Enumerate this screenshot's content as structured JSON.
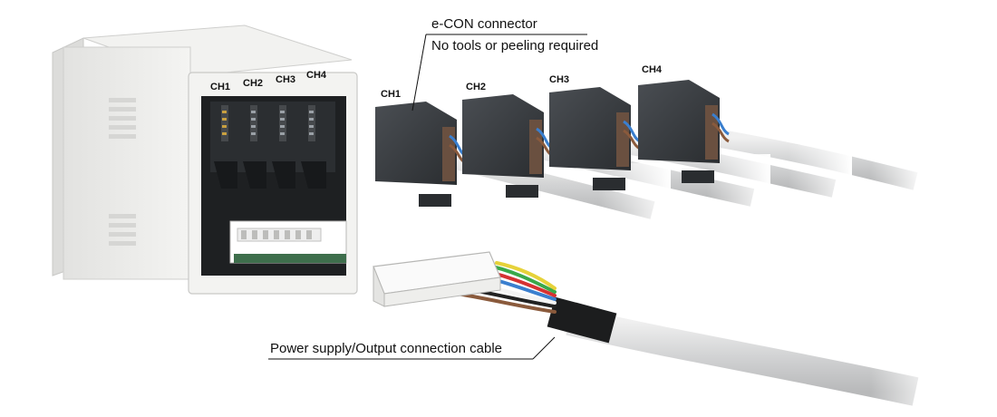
{
  "callouts": {
    "econ_title": "e-CON connector",
    "econ_desc": "No tools or peeling required",
    "power_cable": "Power supply/Output connection cable"
  },
  "unit_channels": [
    "CH1",
    "CH2",
    "CH3",
    "CH4"
  ],
  "connector_channels": [
    "CH1",
    "CH2",
    "CH3",
    "CH4"
  ],
  "colors": {
    "housing": "#eeeeec",
    "connector_body": "#33373b",
    "cable_gray": "#d4d5d6",
    "wire_brown": "#8a5a3c",
    "wire_blue": "#3a7fcf",
    "wire_black": "#222222",
    "wire_red": "#d63232",
    "wire_green": "#3aa84a",
    "wire_yellow": "#e6d23a",
    "wire_white": "#f4f4f4"
  }
}
